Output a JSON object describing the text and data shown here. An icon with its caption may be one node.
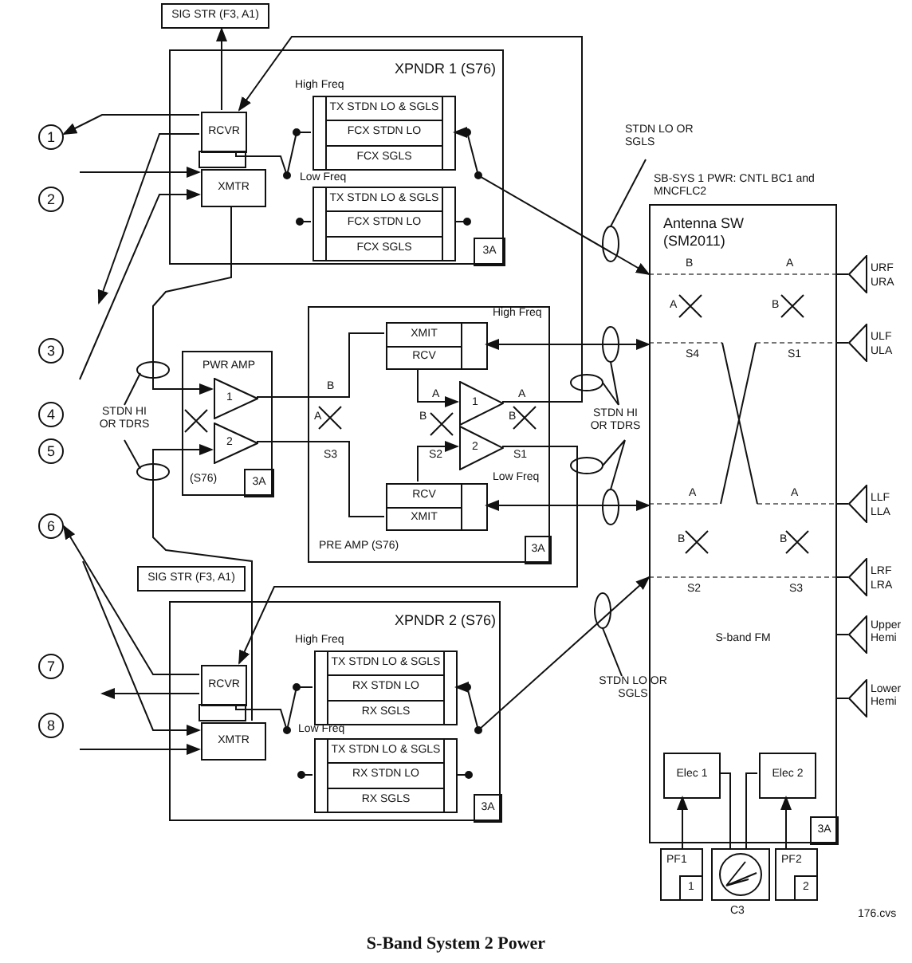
{
  "diagram": {
    "caption": "S-Band System 2 Power",
    "nodes": [
      {
        "text": [
          "SIG STR (F3, A1)"
        ]
      },
      {
        "text": [
          "XPNDR 1 (S76)"
        ]
      },
      {
        "text": [
          "RCVR"
        ],
        "in": 1
      },
      {
        "text": [
          "XMTR"
        ],
        "in": 1
      },
      {
        "text": [
          "TX STDN LO & SGLS",
          "FCX STDN LO",
          "FCX SGLS"
        ],
        "in": 1,
        "beside": [
          "High Freq"
        ]
      },
      {
        "text": [
          "TX STDN LO & SGLS",
          "FCX STDN LO",
          "FCX SGLS"
        ],
        "in": 1,
        "beside": [
          "Low Freq"
        ]
      },
      {
        "text": [
          "3A"
        ],
        "in": 1
      },
      {
        "text": [
          "1"
        ]
      },
      {
        "text": [
          "2"
        ]
      },
      {
        "text": [
          "3"
        ]
      },
      {
        "text": [
          "4"
        ]
      },
      {
        "text": [
          "5"
        ]
      },
      {
        "text": [
          "6"
        ]
      },
      {
        "text": [
          "7"
        ]
      },
      {
        "text": [
          "8"
        ]
      },
      {
        "text": [
          "Antenna SW (SM2011)",
          "S-band FM"
        ]
      },
      {
        "text": [
          "PWR AMP",
          "(S76)"
        ]
      },
      {
        "text": [
          "1"
        ],
        "in": 16
      },
      {
        "text": [
          "2"
        ],
        "in": 16
      },
      {
        "text": [
          "3A"
        ],
        "in": 16
      },
      {
        "text": [
          "PRE AMP (S76)"
        ]
      },
      {
        "text": [
          "XMIT",
          "RCV"
        ],
        "in": 20,
        "beside": [
          "High Freq"
        ]
      },
      {
        "text": [
          "1"
        ],
        "in": 20
      },
      {
        "text": [
          "2"
        ],
        "in": 20
      },
      {
        "text": [
          "RCV",
          "XMIT"
        ],
        "in": 20,
        "beside": [
          "Low Freq"
        ]
      },
      {
        "text": [
          "3A"
        ],
        "in": 20
      },
      {
        "text": [
          "SIG STR (F3, A1)"
        ]
      },
      {
        "text": [
          "XPNDR 2 (S76)"
        ]
      },
      {
        "text": [
          "RCVR"
        ],
        "in": 27
      },
      {
        "text": [
          "XMTR"
        ],
        "in": 27
      },
      {
        "text": [
          "TX STDN LO & SGLS",
          "RX STDN LO",
          "RX SGLS"
        ],
        "in": 27,
        "beside": [
          "High Freq"
        ]
      },
      {
        "text": [
          "TX STDN LO & SGLS",
          "RX STDN LO",
          "RX SGLS"
        ],
        "in": 27,
        "beside": [
          "Low Freq"
        ]
      },
      {
        "text": [
          "3A"
        ],
        "in": 27
      },
      {
        "text": [
          "Elec 1"
        ],
        "in": 15
      },
      {
        "text": [
          "Elec 2"
        ],
        "in": 15
      },
      {
        "text": [
          "3A"
        ],
        "in": 15
      },
      {
        "text": [
          "PF1",
          "1"
        ]
      },
      {
        "text": [],
        "shape": "dial",
        "beside": [
          "C3"
        ]
      },
      {
        "text": [
          "PF2",
          "2"
        ]
      },
      {
        "text": [],
        "shape": "triangle",
        "beside": [
          "URF",
          "URA"
        ]
      },
      {
        "text": [],
        "shape": "triangle",
        "beside": [
          "ULF",
          "ULA"
        ]
      },
      {
        "text": [],
        "shape": "triangle",
        "beside": [
          "LLF",
          "LLA"
        ]
      },
      {
        "text": [],
        "shape": "triangle",
        "beside": [
          "LRF",
          "LRA"
        ]
      },
      {
        "text": [],
        "shape": "triangle",
        "beside": [
          "Upper Hemi"
        ]
      },
      {
        "text": [],
        "shape": "triangle",
        "beside": [
          "Lower Hemi"
        ]
      }
    ],
    "edges": [
      {
        "from": 2,
        "to": 0,
        "arrow": "to"
      },
      {
        "from": 22,
        "to": 2,
        "arrow": "to"
      },
      {
        "from": 23,
        "to": 28,
        "arrow": "to"
      },
      {
        "from": 3,
        "to": 17,
        "arrow": "to"
      },
      {
        "from": 29,
        "to": 18,
        "arrow": "to"
      },
      {
        "from": 17,
        "to": 21,
        "arrow": "none"
      },
      {
        "from": 18,
        "to": 24,
        "arrow": "none"
      },
      {
        "from": 21,
        "to": 22,
        "arrow": "to"
      },
      {
        "from": 24,
        "to": 23,
        "arrow": "to"
      },
      {
        "from": 21,
        "to": 15,
        "arrow": "both"
      },
      {
        "from": 24,
        "to": 15,
        "arrow": "both"
      },
      {
        "from": 4,
        "to": 15,
        "arrow": "both"
      },
      {
        "from": 30,
        "to": 15,
        "arrow": "both"
      },
      {
        "from": 2,
        "to": 4,
        "arrow": "none"
      },
      {
        "from": 28,
        "to": 30,
        "arrow": "none"
      },
      {
        "from": 2,
        "to": 7,
        "arrow": "to"
      },
      {
        "from": 2,
        "to": null,
        "arrow": "to"
      },
      {
        "from": null,
        "to": 3,
        "arrow": "to"
      },
      {
        "from": null,
        "to": 3,
        "arrow": "to"
      },
      {
        "from": 28,
        "to": 12,
        "arrow": "to"
      },
      {
        "from": 28,
        "to": null,
        "arrow": "to"
      },
      {
        "from": null,
        "to": 29,
        "arrow": "to"
      },
      {
        "from": null,
        "to": 29,
        "arrow": "to"
      },
      {
        "from": 36,
        "to": 33,
        "arrow": "to"
      },
      {
        "from": 38,
        "to": 34,
        "arrow": "to"
      },
      {
        "from": 37,
        "to": 33,
        "arrow": "none"
      },
      {
        "from": 37,
        "to": 34,
        "arrow": "none"
      },
      {
        "from": 15,
        "to": 39,
        "arrow": "none"
      },
      {
        "from": 15,
        "to": 40,
        "arrow": "none"
      },
      {
        "from": 15,
        "to": 41,
        "arrow": "none"
      },
      {
        "from": 15,
        "to": 42,
        "arrow": "none"
      },
      {
        "from": 15,
        "to": 43,
        "arrow": "none"
      },
      {
        "from": 15,
        "to": 44,
        "arrow": "none"
      }
    ],
    "labels": [
      "STDN LO OR SGLS",
      "SB-SYS 1 PWR: CNTL BC1 and MNCFLC2",
      "STDN HI OR TDRS",
      "B",
      "A",
      "S3",
      "A",
      "B",
      "S2",
      "A",
      "B",
      "S1",
      "STDN HI OR TDRS",
      "B",
      "A",
      "A",
      "B",
      "S4",
      "S1",
      "A",
      "A",
      "B",
      "B",
      "S2",
      "S3",
      "STDN LO OR SGLS",
      "176.cvs"
    ]
  }
}
